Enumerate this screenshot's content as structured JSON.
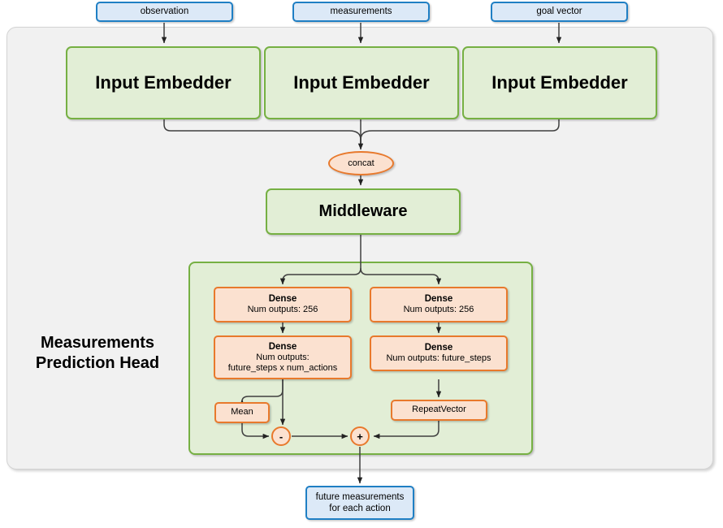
{
  "diagram": {
    "title": "Measurements Prediction Head network architecture",
    "colors": {
      "input_fill": "#dce9f7",
      "input_stroke": "#1f7fc4",
      "module_fill": "#e2eed6",
      "module_stroke": "#76b043",
      "op_fill": "#fbe1d0",
      "op_stroke": "#e8792c",
      "container_fill": "#f1f1f1",
      "container_stroke": "#d3d3d3",
      "edge": "#3a3a3a"
    }
  },
  "inputs": [
    {
      "label": "observation"
    },
    {
      "label": "measurements"
    },
    {
      "label": "goal vector"
    }
  ],
  "embedders": [
    {
      "label": "Input Embedder"
    },
    {
      "label": "Input Embedder"
    },
    {
      "label": "Input Embedder"
    }
  ],
  "concat": {
    "label": "concat"
  },
  "middleware": {
    "label": "Middleware"
  },
  "head": {
    "label_line1": "Measurements",
    "label_line2": "Prediction Head",
    "left_branch": {
      "dense1": {
        "title": "Dense",
        "sub1": "Num outputs: 256"
      },
      "dense2": {
        "title": "Dense",
        "sub1": "Num outputs:",
        "sub2": "future_steps x num_actions"
      },
      "mean": {
        "label": "Mean"
      }
    },
    "right_branch": {
      "dense1": {
        "title": "Dense",
        "sub1": "Num outputs: 256"
      },
      "dense2": {
        "title": "Dense",
        "sub1": "Num outputs: future_steps"
      },
      "repeat_vector": {
        "label": "RepeatVector"
      }
    },
    "subtract_op": {
      "label": "-"
    },
    "add_op": {
      "label": "+"
    }
  },
  "output": {
    "line1": "future measurements",
    "line2": "for each action"
  }
}
